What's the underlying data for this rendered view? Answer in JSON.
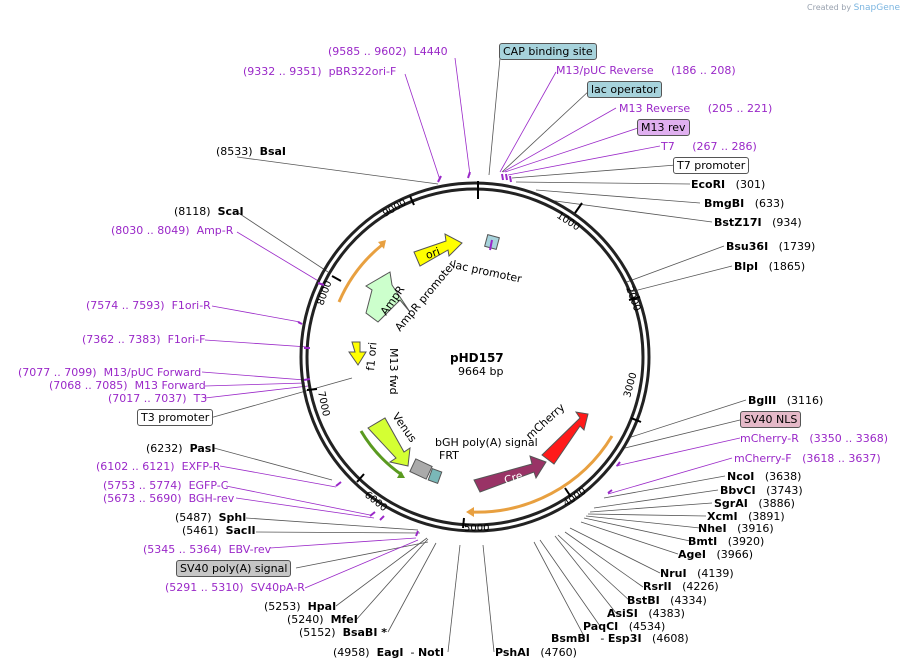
{
  "credit": {
    "prefix": "Created by",
    "brand": "SnapGene"
  },
  "plasmid": {
    "name": "pHD157",
    "size": "9664 bp"
  },
  "ticks": [
    "1000",
    "2000",
    "3000",
    "4000",
    "5000",
    "6000",
    "7000",
    "8000",
    "9000"
  ],
  "features": {
    "ori": "ori",
    "lac_promoter": "lac promoter",
    "ampR": "AmpR",
    "ampR_promoter": "AmpR promoter",
    "f1_ori": "f1 ori",
    "m13_fwd": "M13 fwd",
    "venus": "Venus",
    "bgh": "bGH poly(A) signal",
    "frt": "FRT",
    "mcherry": "mCherry",
    "cre": "Cre"
  },
  "left_labels": {
    "l4440": {
      "range": "(9585 .. 9602)",
      "name": "L4440"
    },
    "pbr322": {
      "range": "(9332 .. 9351)",
      "name": "pBR322ori-F"
    },
    "bsai": {
      "pos": "(8533)",
      "name": "BsaI"
    },
    "scai": {
      "pos": "(8118)",
      "name": "ScaI"
    },
    "ampr_primer": {
      "range": "(8030 .. 8049)",
      "name": "Amp-R"
    },
    "f1ori_r": {
      "range": "(7574 .. 7593)",
      "name": "F1ori-R"
    },
    "f1ori_f": {
      "range": "(7362 .. 7383)",
      "name": "F1ori-F"
    },
    "m13puc_fwd": {
      "range": "(7077 .. 7099)",
      "name": "M13/pUC Forward"
    },
    "m13_forward": {
      "range": "(7068 .. 7085)",
      "name": "M13 Forward"
    },
    "t3": {
      "range": "(7017 .. 7037)",
      "name": "T3"
    },
    "t3_promoter": "T3 promoter",
    "pasi": {
      "pos": "(6232)",
      "name": "PasI"
    },
    "exfp_r": {
      "range": "(6102 .. 6121)",
      "name": "EXFP-R"
    },
    "egfp_c": {
      "range": "(5753 .. 5774)",
      "name": "EGFP-C"
    },
    "bgh_rev": {
      "range": "(5673 .. 5690)",
      "name": "BGH-rev"
    },
    "sphi": {
      "pos": "(5487)",
      "name": "SphI"
    },
    "sacii": {
      "pos": "(5461)",
      "name": "SacII"
    },
    "ebv_rev": {
      "range": "(5345 .. 5364)",
      "name": "EBV-rev"
    },
    "sv40_polya": "SV40 poly(A) signal",
    "sv40pa_r": {
      "range": "(5291 .. 5310)",
      "name": "SV40pA-R"
    },
    "hpai": {
      "pos": "(5253)",
      "name": "HpaI"
    },
    "mfei": {
      "pos": "(5240)",
      "name": "MfeI"
    },
    "bsabi": {
      "pos": "(5152)",
      "name": "BsaBI *"
    },
    "eagi": {
      "pos": "(4958)",
      "name": "EagI",
      "sep": "-",
      "name2": "NotI"
    },
    "pshai": {
      "pos": "(4760)",
      "name": "PshAI"
    }
  },
  "right_labels": {
    "cap": "CAP binding site",
    "m13puc_rev": {
      "name": "M13/pUC Reverse",
      "range": "(186 .. 208)"
    },
    "lac_operator": "lac operator",
    "m13_reverse": {
      "name": "M13 Reverse",
      "range": "(205 .. 221)"
    },
    "m13_rev": "M13 rev",
    "t7": {
      "name": "T7",
      "range": "(267 .. 286)"
    },
    "t7_promoter": "T7 promoter",
    "ecori": {
      "name": "EcoRI",
      "pos": "(301)"
    },
    "bmgbi": {
      "name": "BmgBI",
      "pos": "(633)"
    },
    "bstz17i": {
      "name": "BstZ17I",
      "pos": "(934)"
    },
    "bsu36i": {
      "name": "Bsu36I",
      "pos": "(1739)"
    },
    "blpi": {
      "name": "BlpI",
      "pos": "(1865)"
    },
    "bglii": {
      "name": "BglII",
      "pos": "(3116)"
    },
    "sv40_nls": "SV40 NLS",
    "mcherry_r": {
      "name": "mCherry-R",
      "range": "(3350 .. 3368)"
    },
    "mcherry_f": {
      "name": "mCherry-F",
      "range": "(3618 .. 3637)"
    },
    "ncoi": {
      "name": "NcoI",
      "pos": "(3638)"
    },
    "bbvci": {
      "name": "BbvCI",
      "pos": "(3743)"
    },
    "sgrai": {
      "name": "SgrAI",
      "pos": "(3886)"
    },
    "xcmi": {
      "name": "XcmI",
      "pos": "(3891)"
    },
    "nhei": {
      "name": "NheI",
      "pos": "(3916)"
    },
    "bmti": {
      "name": "BmtI",
      "pos": "(3920)"
    },
    "agei": {
      "name": "AgeI",
      "pos": "(3966)"
    },
    "prui": {
      "name": "NruI",
      "pos": "(4139)"
    },
    "rsrii": {
      "name": "RsrII",
      "pos": "(4226)"
    },
    "bstbi": {
      "name": "BstBI",
      "pos": "(4334)"
    },
    "asisi": {
      "name": "AsiSI",
      "pos": "(4383)"
    },
    "paqci": {
      "name": "PaqCI",
      "pos": "(4534)"
    },
    "bsmbi": {
      "name": "BsmBI",
      "sep": "-",
      "name2": "Esp3I",
      "pos": "(4608)"
    }
  },
  "colors": {
    "primer": "#9a28c8",
    "ori": "#ffff00",
    "ampR": "#ccffcc",
    "f1": "#ffff00",
    "venus": "#d4ff33",
    "mcherry": "#ff1a1a",
    "cre": "#993366",
    "cap_box": "#a7d3dc",
    "lac_box": "#a7d3dc",
    "m13rev_box": "#e0b0f0",
    "nls_box": "#e5b9c8",
    "sv40_box": "#c6c6c6"
  }
}
